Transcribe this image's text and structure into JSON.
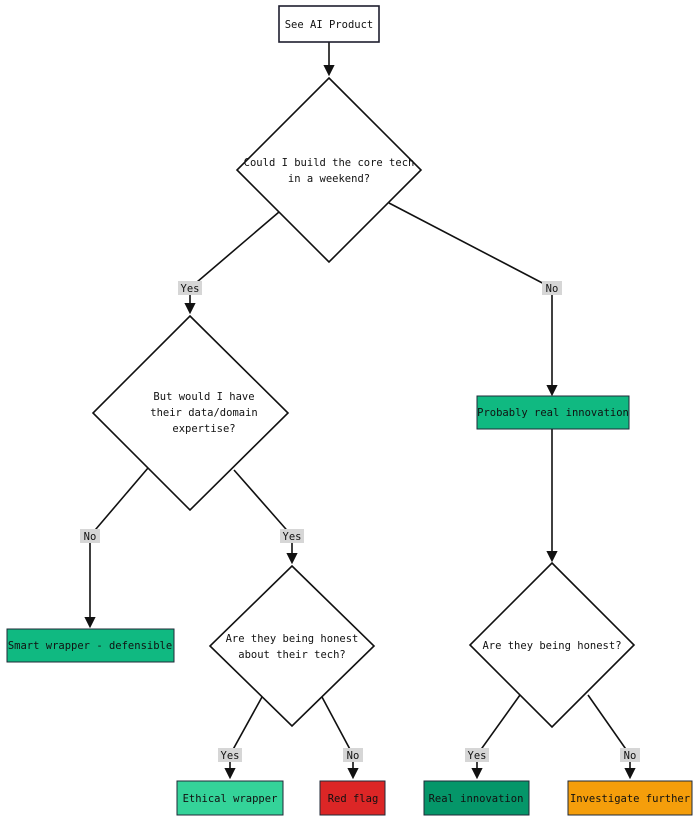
{
  "nodes": {
    "start": {
      "label": "See AI Product"
    },
    "q_weekend": {
      "lines": [
        "Could I build the core tech",
        "in a weekend?"
      ]
    },
    "q_data": {
      "lines": [
        "But would I have",
        "their data/domain",
        "expertise?"
      ]
    },
    "probably_real": {
      "label": "Probably real innovation"
    },
    "smart_wrapper": {
      "label": "Smart wrapper - defensible"
    },
    "q_honest_tech": {
      "lines": [
        "Are they being honest",
        "about their tech?"
      ]
    },
    "q_honest": {
      "lines": [
        "Are they being honest?"
      ]
    },
    "ethical_wrapper": {
      "label": "Ethical wrapper"
    },
    "red_flag": {
      "label": "Red flag"
    },
    "real_innovation": {
      "label": "Real innovation"
    },
    "investigate": {
      "label": "Investigate further"
    }
  },
  "edges": {
    "weekend_yes": "Yes",
    "weekend_no": "No",
    "data_no": "No",
    "data_yes": "Yes",
    "tech_yes": "Yes",
    "tech_no": "No",
    "honest_yes": "Yes",
    "honest_no": "No"
  },
  "colors": {
    "start_fill": "#ffffff",
    "start_border": "#1e1e2e",
    "diamond_fill": "#ffffff",
    "diamond_border": "#111111",
    "green": "#10b981",
    "green_light": "#34d399",
    "green_dark": "#059669",
    "red": "#dc2626",
    "orange": "#f59e0b",
    "border_dark": "#1f2937"
  }
}
